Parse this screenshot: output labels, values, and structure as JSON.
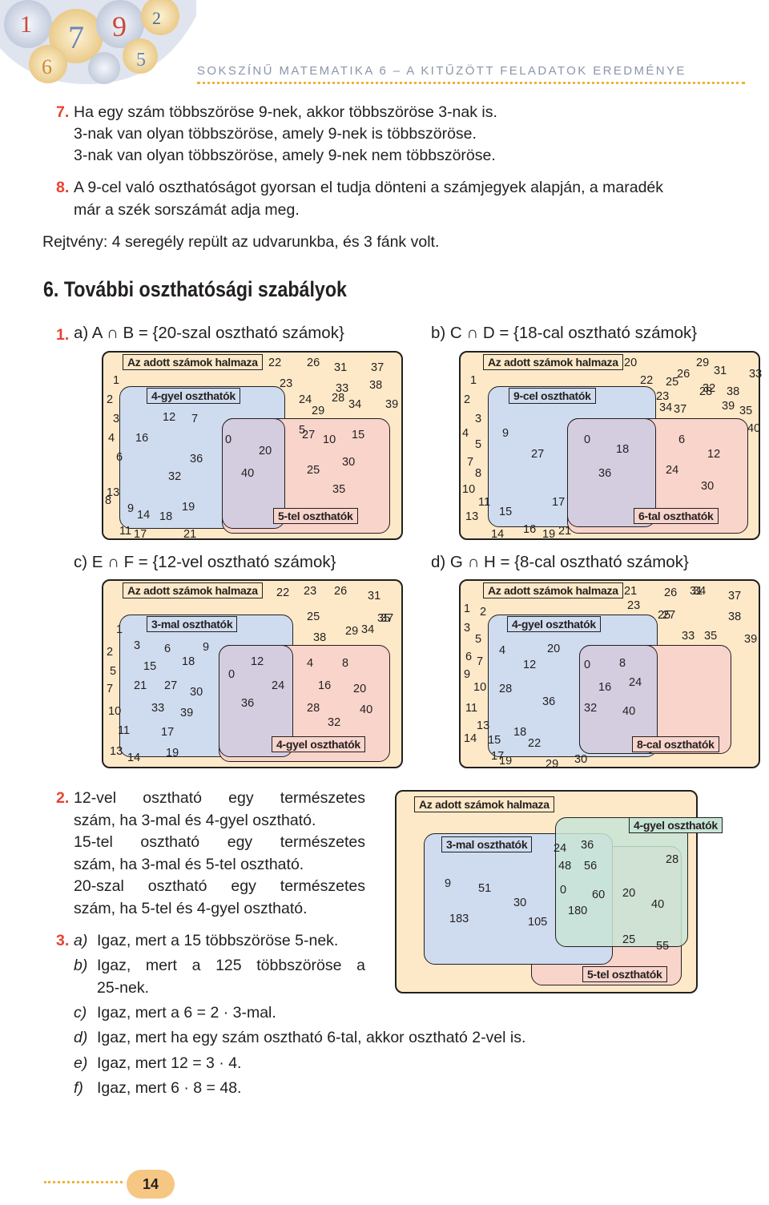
{
  "header": "SOKSZÍNŰ MATEMATIKA 6 – A KITŰZÖTT FELADATOK EREDMÉNYE",
  "page_number": "14",
  "item7": {
    "num": "7.",
    "lines": [
      "Ha egy szám többszöröse 9-nek, akkor többszöröse 3-nak is.",
      "3-nak van olyan többszöröse, amely 9-nek is többszöröse.",
      "3-nak van olyan többszöröse, amely 9-nek nem többszöröse."
    ]
  },
  "item8": {
    "num": "8.",
    "lines": [
      "A 9-cel való oszthatóságot gyorsan el tudja dönteni a számjegyek alapján, a maradék",
      "már a szék sorszámát adja meg."
    ]
  },
  "puzzle": "Rejtvény: 4 seregély repült az udvarunkba, és 3 fánk volt.",
  "section_title": "6. További oszthatósági szabályok",
  "venn_universe_label": "Az adott számok halmaza",
  "exercise1": {
    "num": "1.",
    "a": {
      "title": "a) A ∩ B = {20-szal osztható számok}",
      "setA": "4-gyel oszthatók",
      "setB": "5-tel oszthatók"
    },
    "b": {
      "title": "b) C ∩ D = {18-cal osztható számok}",
      "setA": "9-cel oszthatók",
      "setB": "6-tal oszthatók"
    },
    "c": {
      "title": "c) E ∩ F = {12-vel osztható számok}",
      "setA": "3-mal oszthatók",
      "setB": "4-gyel oszthatók"
    },
    "d": {
      "title": "d) G ∩ H = {8-cal osztható számok}",
      "setA": "4-gyel oszthatók",
      "setB": "8-cal oszthatók"
    }
  },
  "exercise2": {
    "num": "2.",
    "lines": [
      "12-vel osztható egy természetes",
      "szám, ha 3-mal és 4-gyel osztható.",
      "15-tel osztható egy természetes",
      "szám, ha 3-mal és 5-tel osztható.",
      "20-szal osztható egy természetes",
      "szám, ha 5-tel és 4-gyel osztható."
    ],
    "venn": {
      "set3": "3-mal oszthatók",
      "set4": "4-gyel oszthatók",
      "set5": "5-tel oszthatók"
    }
  },
  "exercise3": {
    "num": "3.",
    "items": [
      {
        "label": "a)",
        "text": "Igaz, mert a 15 többszöröse 5-nek."
      },
      {
        "label": "b)",
        "text": "Igaz, mert a 125 többszöröse a"
      },
      {
        "label": "",
        "text": "25-nek."
      },
      {
        "label": "c)",
        "text": "Igaz, mert a 6 = 2 · 3-mal."
      },
      {
        "label": "d)",
        "text": "Igaz, mert ha egy szám osztható 6-tal, akkor osztható 2-vel is."
      },
      {
        "label": "e)",
        "text": "Igaz, mert 12 = 3 · 4."
      },
      {
        "label": "f)",
        "text": "Igaz, mert 6 · 8 = 48."
      }
    ]
  },
  "venn_numbers": {
    "a": [
      "1",
      "2",
      "3",
      "4",
      "6",
      "7",
      "8",
      "9",
      "11",
      "12",
      "13",
      "14",
      "16",
      "17",
      "18",
      "19",
      "21",
      "22",
      "23",
      "24",
      "26",
      "27",
      "28",
      "29",
      "31",
      "32",
      "33",
      "34",
      "36",
      "37",
      "38",
      "39",
      "0",
      "20",
      "40",
      "5",
      "10",
      "15",
      "25",
      "30",
      "35"
    ],
    "b": [
      "1",
      "2",
      "3",
      "4",
      "5",
      "7",
      "8",
      "10",
      "11",
      "13",
      "14",
      "15",
      "16",
      "17",
      "19",
      "20",
      "21",
      "22",
      "23",
      "25",
      "26",
      "28",
      "29",
      "31",
      "32",
      "33",
      "34",
      "35",
      "37",
      "38",
      "39",
      "40",
      "9",
      "27",
      "0",
      "18",
      "36",
      "6",
      "12",
      "24",
      "30"
    ],
    "c": [
      "1",
      "2",
      "5",
      "7",
      "10",
      "11",
      "13",
      "14",
      "17",
      "19",
      "22",
      "23",
      "25",
      "26",
      "29",
      "31",
      "34",
      "35",
      "37",
      "38",
      "3",
      "6",
      "9",
      "15",
      "18",
      "21",
      "27",
      "30",
      "33",
      "39",
      "0",
      "12",
      "24",
      "36",
      "4",
      "8",
      "16",
      "20",
      "28",
      "32",
      "40"
    ],
    "d": [
      "1",
      "2",
      "3",
      "5",
      "6",
      "7",
      "9",
      "10",
      "11",
      "13",
      "14",
      "15",
      "17",
      "18",
      "19",
      "21",
      "22",
      "23",
      "25",
      "26",
      "27",
      "29",
      "30",
      "31",
      "33",
      "34",
      "35",
      "37",
      "38",
      "39",
      "4",
      "12",
      "20",
      "28",
      "36",
      "0",
      "8",
      "16",
      "24",
      "32",
      "40"
    ],
    "ex2": [
      "9",
      "51",
      "183",
      "30",
      "105",
      "0",
      "60",
      "180",
      "24",
      "36",
      "48",
      "56",
      "28",
      "20",
      "40",
      "25",
      "55"
    ]
  }
}
